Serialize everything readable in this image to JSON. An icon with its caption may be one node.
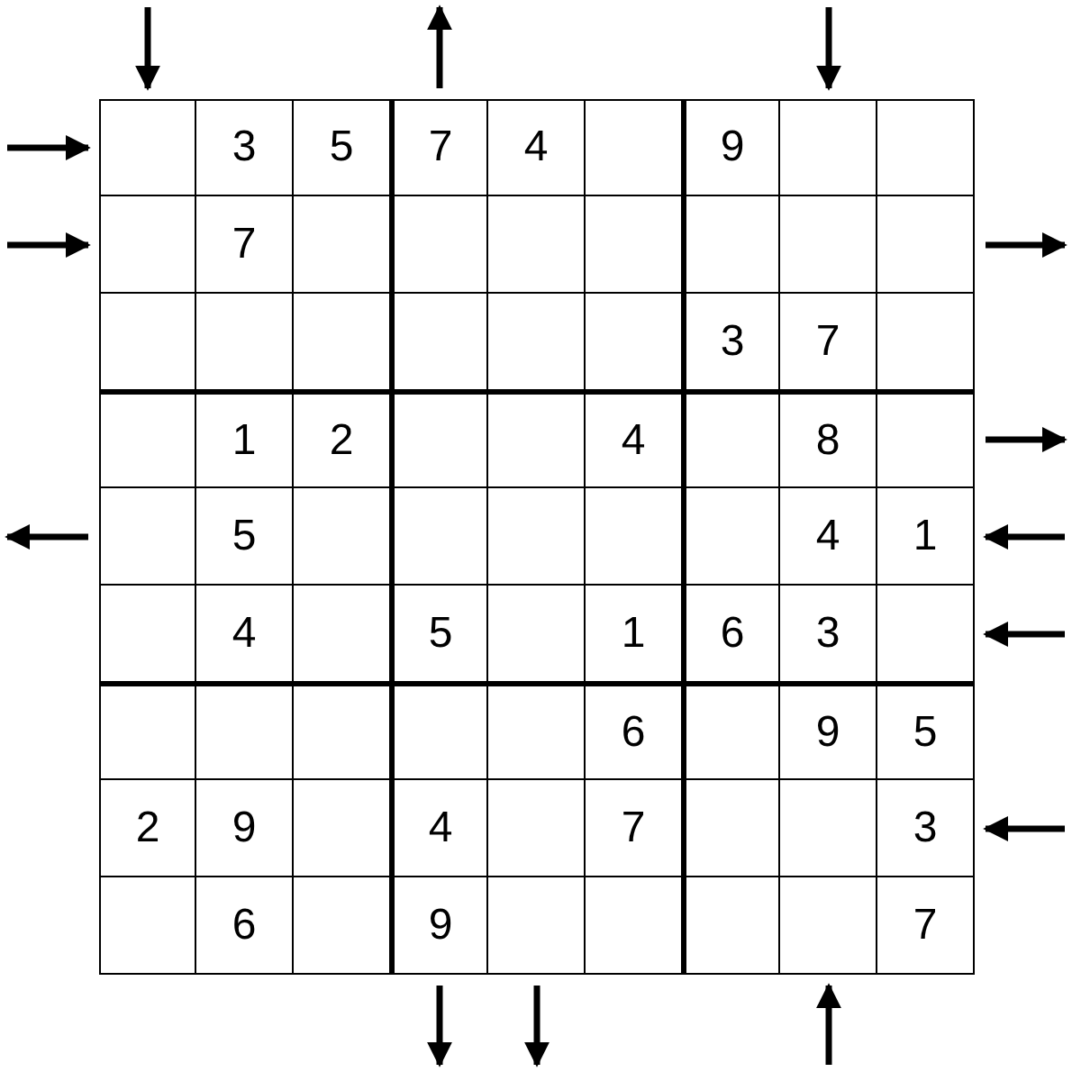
{
  "diagram": {
    "nodes": [
      {
        "text": [],
        "shape": "box"
      },
      {
        "text": [
          "3"
        ]
      },
      {
        "text": [
          "5"
        ]
      },
      {
        "text": [
          "7"
        ]
      },
      {
        "text": [
          "4"
        ]
      },
      {
        "text": [],
        "shape": "box"
      },
      {
        "text": [
          "9"
        ]
      },
      {
        "text": [],
        "shape": "box"
      },
      {
        "text": [],
        "shape": "box"
      },
      {
        "text": [],
        "shape": "box"
      },
      {
        "text": [
          "7"
        ]
      },
      {
        "text": [],
        "shape": "box"
      },
      {
        "text": [],
        "shape": "box"
      },
      {
        "text": [],
        "shape": "box"
      },
      {
        "text": [],
        "shape": "box"
      },
      {
        "text": [],
        "shape": "box"
      },
      {
        "text": [],
        "shape": "box"
      },
      {
        "text": [],
        "shape": "box"
      },
      {
        "text": [],
        "shape": "box"
      },
      {
        "text": [],
        "shape": "box"
      },
      {
        "text": [],
        "shape": "box"
      },
      {
        "text": [],
        "shape": "box"
      },
      {
        "text": [],
        "shape": "box"
      },
      {
        "text": [],
        "shape": "box"
      },
      {
        "text": [
          "3"
        ]
      },
      {
        "text": [
          "7"
        ]
      },
      {
        "text": [],
        "shape": "box"
      },
      {
        "text": [],
        "shape": "box"
      },
      {
        "text": [
          "1"
        ]
      },
      {
        "text": [
          "2"
        ]
      },
      {
        "text": [],
        "shape": "box"
      },
      {
        "text": [],
        "shape": "box"
      },
      {
        "text": [
          "4"
        ]
      },
      {
        "text": [],
        "shape": "box"
      },
      {
        "text": [
          "8"
        ]
      },
      {
        "text": [],
        "shape": "box"
      },
      {
        "text": [],
        "shape": "box"
      },
      {
        "text": [
          "5"
        ]
      },
      {
        "text": [],
        "shape": "box"
      },
      {
        "text": [],
        "shape": "box"
      },
      {
        "text": [],
        "shape": "box"
      },
      {
        "text": [],
        "shape": "box"
      },
      {
        "text": [],
        "shape": "box"
      },
      {
        "text": [
          "4"
        ]
      },
      {
        "text": [
          "1"
        ]
      },
      {
        "text": [],
        "shape": "box"
      },
      {
        "text": [
          "4"
        ]
      },
      {
        "text": [],
        "shape": "box"
      },
      {
        "text": [
          "5"
        ]
      },
      {
        "text": [],
        "shape": "box"
      },
      {
        "text": [
          "1"
        ]
      },
      {
        "text": [
          "6"
        ]
      },
      {
        "text": [
          "3"
        ]
      },
      {
        "text": [],
        "shape": "box"
      },
      {
        "text": [],
        "shape": "box"
      },
      {
        "text": [],
        "shape": "box"
      },
      {
        "text": [],
        "shape": "box"
      },
      {
        "text": [],
        "shape": "box"
      },
      {
        "text": [],
        "shape": "box"
      },
      {
        "text": [
          "6"
        ]
      },
      {
        "text": [],
        "shape": "box"
      },
      {
        "text": [
          "9"
        ]
      },
      {
        "text": [
          "5"
        ]
      },
      {
        "text": [
          "2"
        ]
      },
      {
        "text": [
          "9"
        ]
      },
      {
        "text": [],
        "shape": "box"
      },
      {
        "text": [
          "4"
        ]
      },
      {
        "text": [],
        "shape": "box"
      },
      {
        "text": [
          "7"
        ]
      },
      {
        "text": [],
        "shape": "box"
      },
      {
        "text": [],
        "shape": "box"
      },
      {
        "text": [
          "3"
        ]
      },
      {
        "text": [],
        "shape": "box"
      },
      {
        "text": [
          "6"
        ]
      },
      {
        "text": [],
        "shape": "box"
      },
      {
        "text": [
          "9"
        ]
      },
      {
        "text": [],
        "shape": "box"
      },
      {
        "text": [],
        "shape": "box"
      },
      {
        "text": [],
        "shape": "box"
      },
      {
        "text": [],
        "shape": "box"
      },
      {
        "text": [
          "7"
        ]
      }
    ],
    "edges": [
      {
        "from": null,
        "to": 0,
        "arrow": "to"
      },
      {
        "from": 3,
        "to": null,
        "arrow": "to"
      },
      {
        "from": null,
        "to": 7,
        "arrow": "to"
      },
      {
        "from": null,
        "to": 0,
        "arrow": "to"
      },
      {
        "from": null,
        "to": 9,
        "arrow": "to"
      },
      {
        "from": 36,
        "to": null,
        "arrow": "to"
      },
      {
        "from": 17,
        "to": null,
        "arrow": "to"
      },
      {
        "from": 35,
        "to": null,
        "arrow": "to"
      },
      {
        "from": null,
        "to": 44,
        "arrow": "to"
      },
      {
        "from": null,
        "to": 53,
        "arrow": "to"
      },
      {
        "from": null,
        "to": 71,
        "arrow": "to"
      },
      {
        "from": 75,
        "to": null,
        "arrow": "to"
      },
      {
        "from": 76,
        "to": null,
        "arrow": "to"
      },
      {
        "from": null,
        "to": 79,
        "arrow": "to"
      }
    ]
  }
}
